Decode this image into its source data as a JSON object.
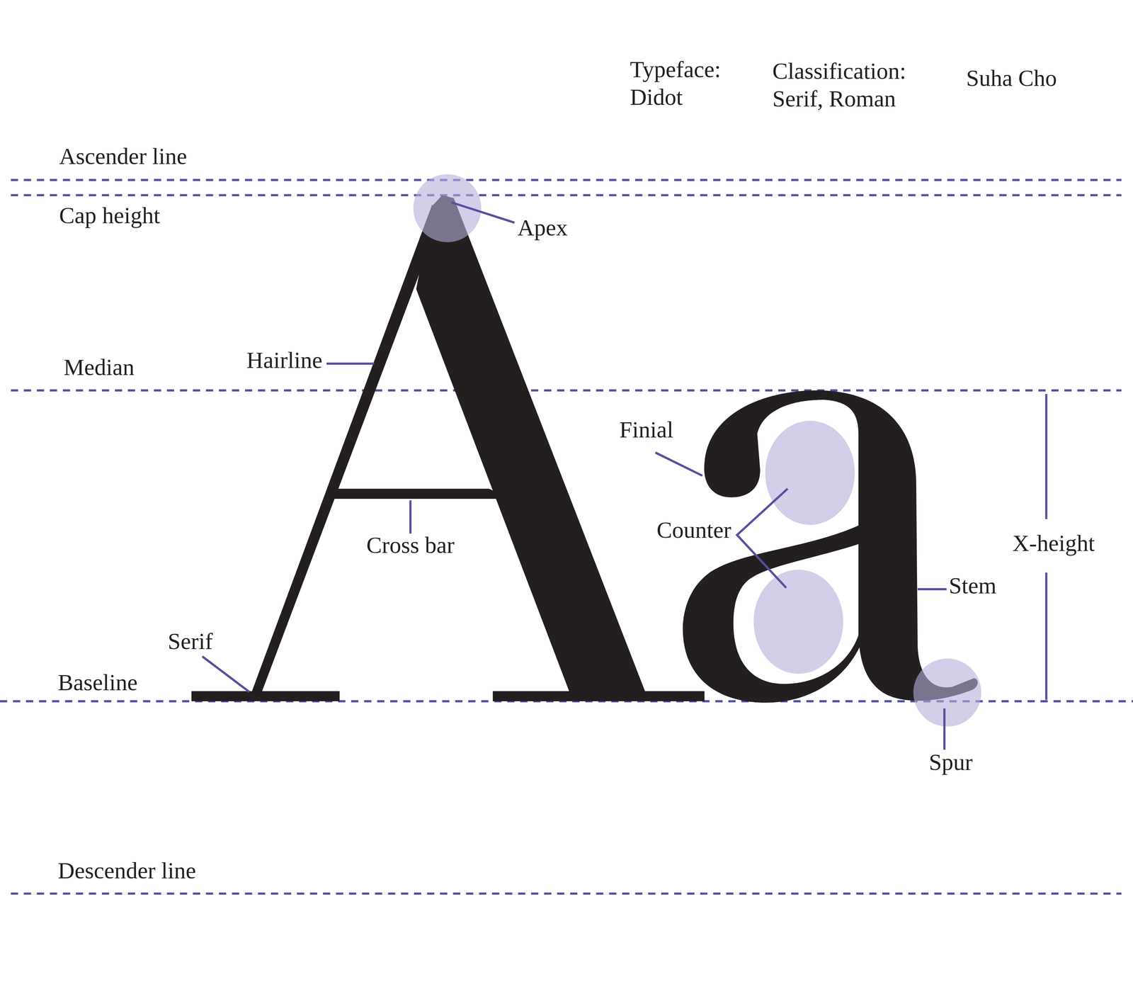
{
  "diagram": {
    "labels": [
      "Typeface: Didot",
      "Classification: Serif, Roman",
      "Suha Cho",
      "Ascender line",
      "Cap height",
      "Apex",
      "Median",
      "Hairline",
      "Finial",
      "Counter",
      "Cross bar",
      "Stem",
      "X-height",
      "Serif",
      "Baseline",
      "Spur",
      "Descender line"
    ]
  }
}
